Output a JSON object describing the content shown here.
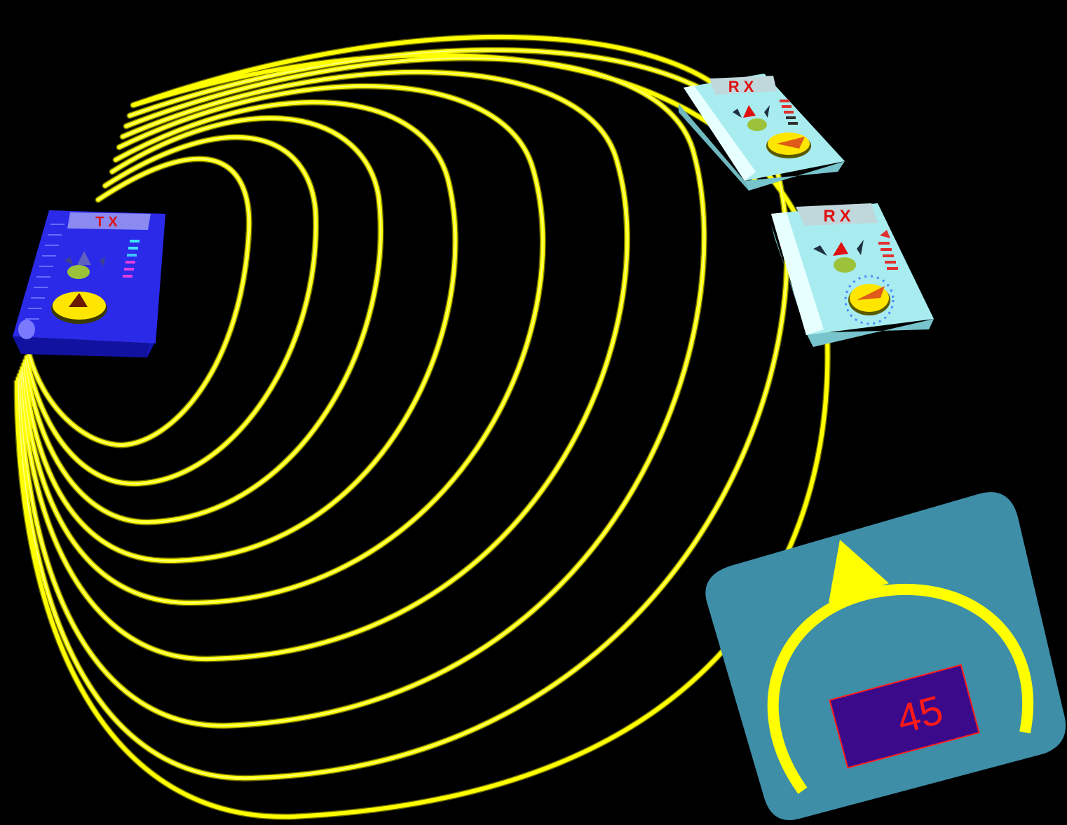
{
  "transmitter": {
    "label": "TX",
    "body_color": "#2a2ae8",
    "label_color": "#e01010"
  },
  "receivers": [
    {
      "label": "RX",
      "body_color": "#a8ecf0",
      "label_color": "#e01010"
    },
    {
      "label": "RX",
      "body_color": "#a8ecf0",
      "label_color": "#e01010"
    }
  ],
  "cable": {
    "color": "#ffff00",
    "loop_count": 9
  },
  "meter": {
    "value": "45",
    "panel_color": "#3e8ea8",
    "arc_color": "#ffff00",
    "display_bg": "#3b0a8a",
    "value_color": "#ff1a1a"
  }
}
